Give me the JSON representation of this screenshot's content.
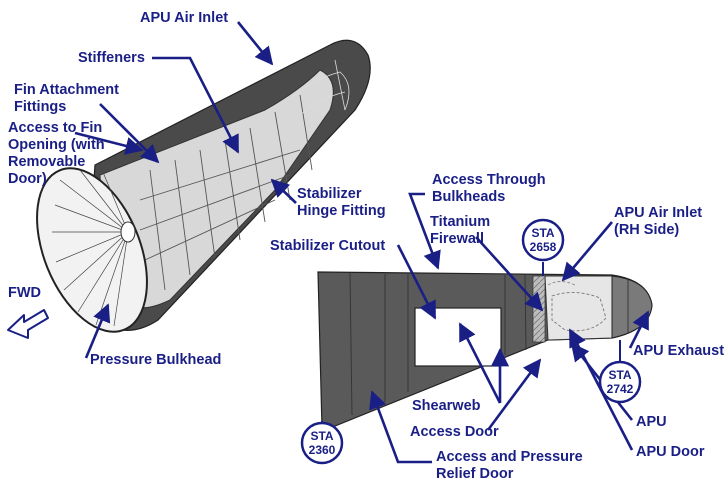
{
  "colors": {
    "label": "#1a1f86",
    "leader": "#1a1f86",
    "skin_dark": "#4a4a4a",
    "skin_mid": "#8a8a8a",
    "skin_light": "#d8d8d8"
  },
  "labels": {
    "apu_air_inlet_top": "APU Air Inlet",
    "stiffeners": "Stiffeners",
    "fin_attachment_1": "Fin Attachment",
    "fin_attachment_2": "Fittings",
    "access_fin_1": "Access to Fin",
    "access_fin_2": "Opening (with",
    "access_fin_3": "Removable",
    "access_fin_4": "Door)",
    "stabilizer_hinge_1": "Stabilizer",
    "stabilizer_hinge_2": "Hinge Fitting",
    "fwd": "FWD",
    "pressure_bulkhead": "Pressure Bulkhead",
    "access_through_1": "Access Through",
    "access_through_2": "Bulkheads",
    "titanium_1": "Titanium",
    "titanium_2": "Firewall",
    "apu_air_inlet_rh_1": "APU Air Inlet",
    "apu_air_inlet_rh_2": "(RH Side)",
    "stabilizer_cutout": "Stabilizer Cutout",
    "apu_exhaust": "APU Exhaust",
    "shearweb": "Shearweb",
    "apu": "APU",
    "access_door": "Access Door",
    "apu_door": "APU Door",
    "access_pressure_1": "Access and Pressure",
    "access_pressure_2": "Relief Door"
  },
  "stations": {
    "sta_label": "STA",
    "sta_2658": "2658",
    "sta_2742": "2742",
    "sta_2360": "2360"
  }
}
